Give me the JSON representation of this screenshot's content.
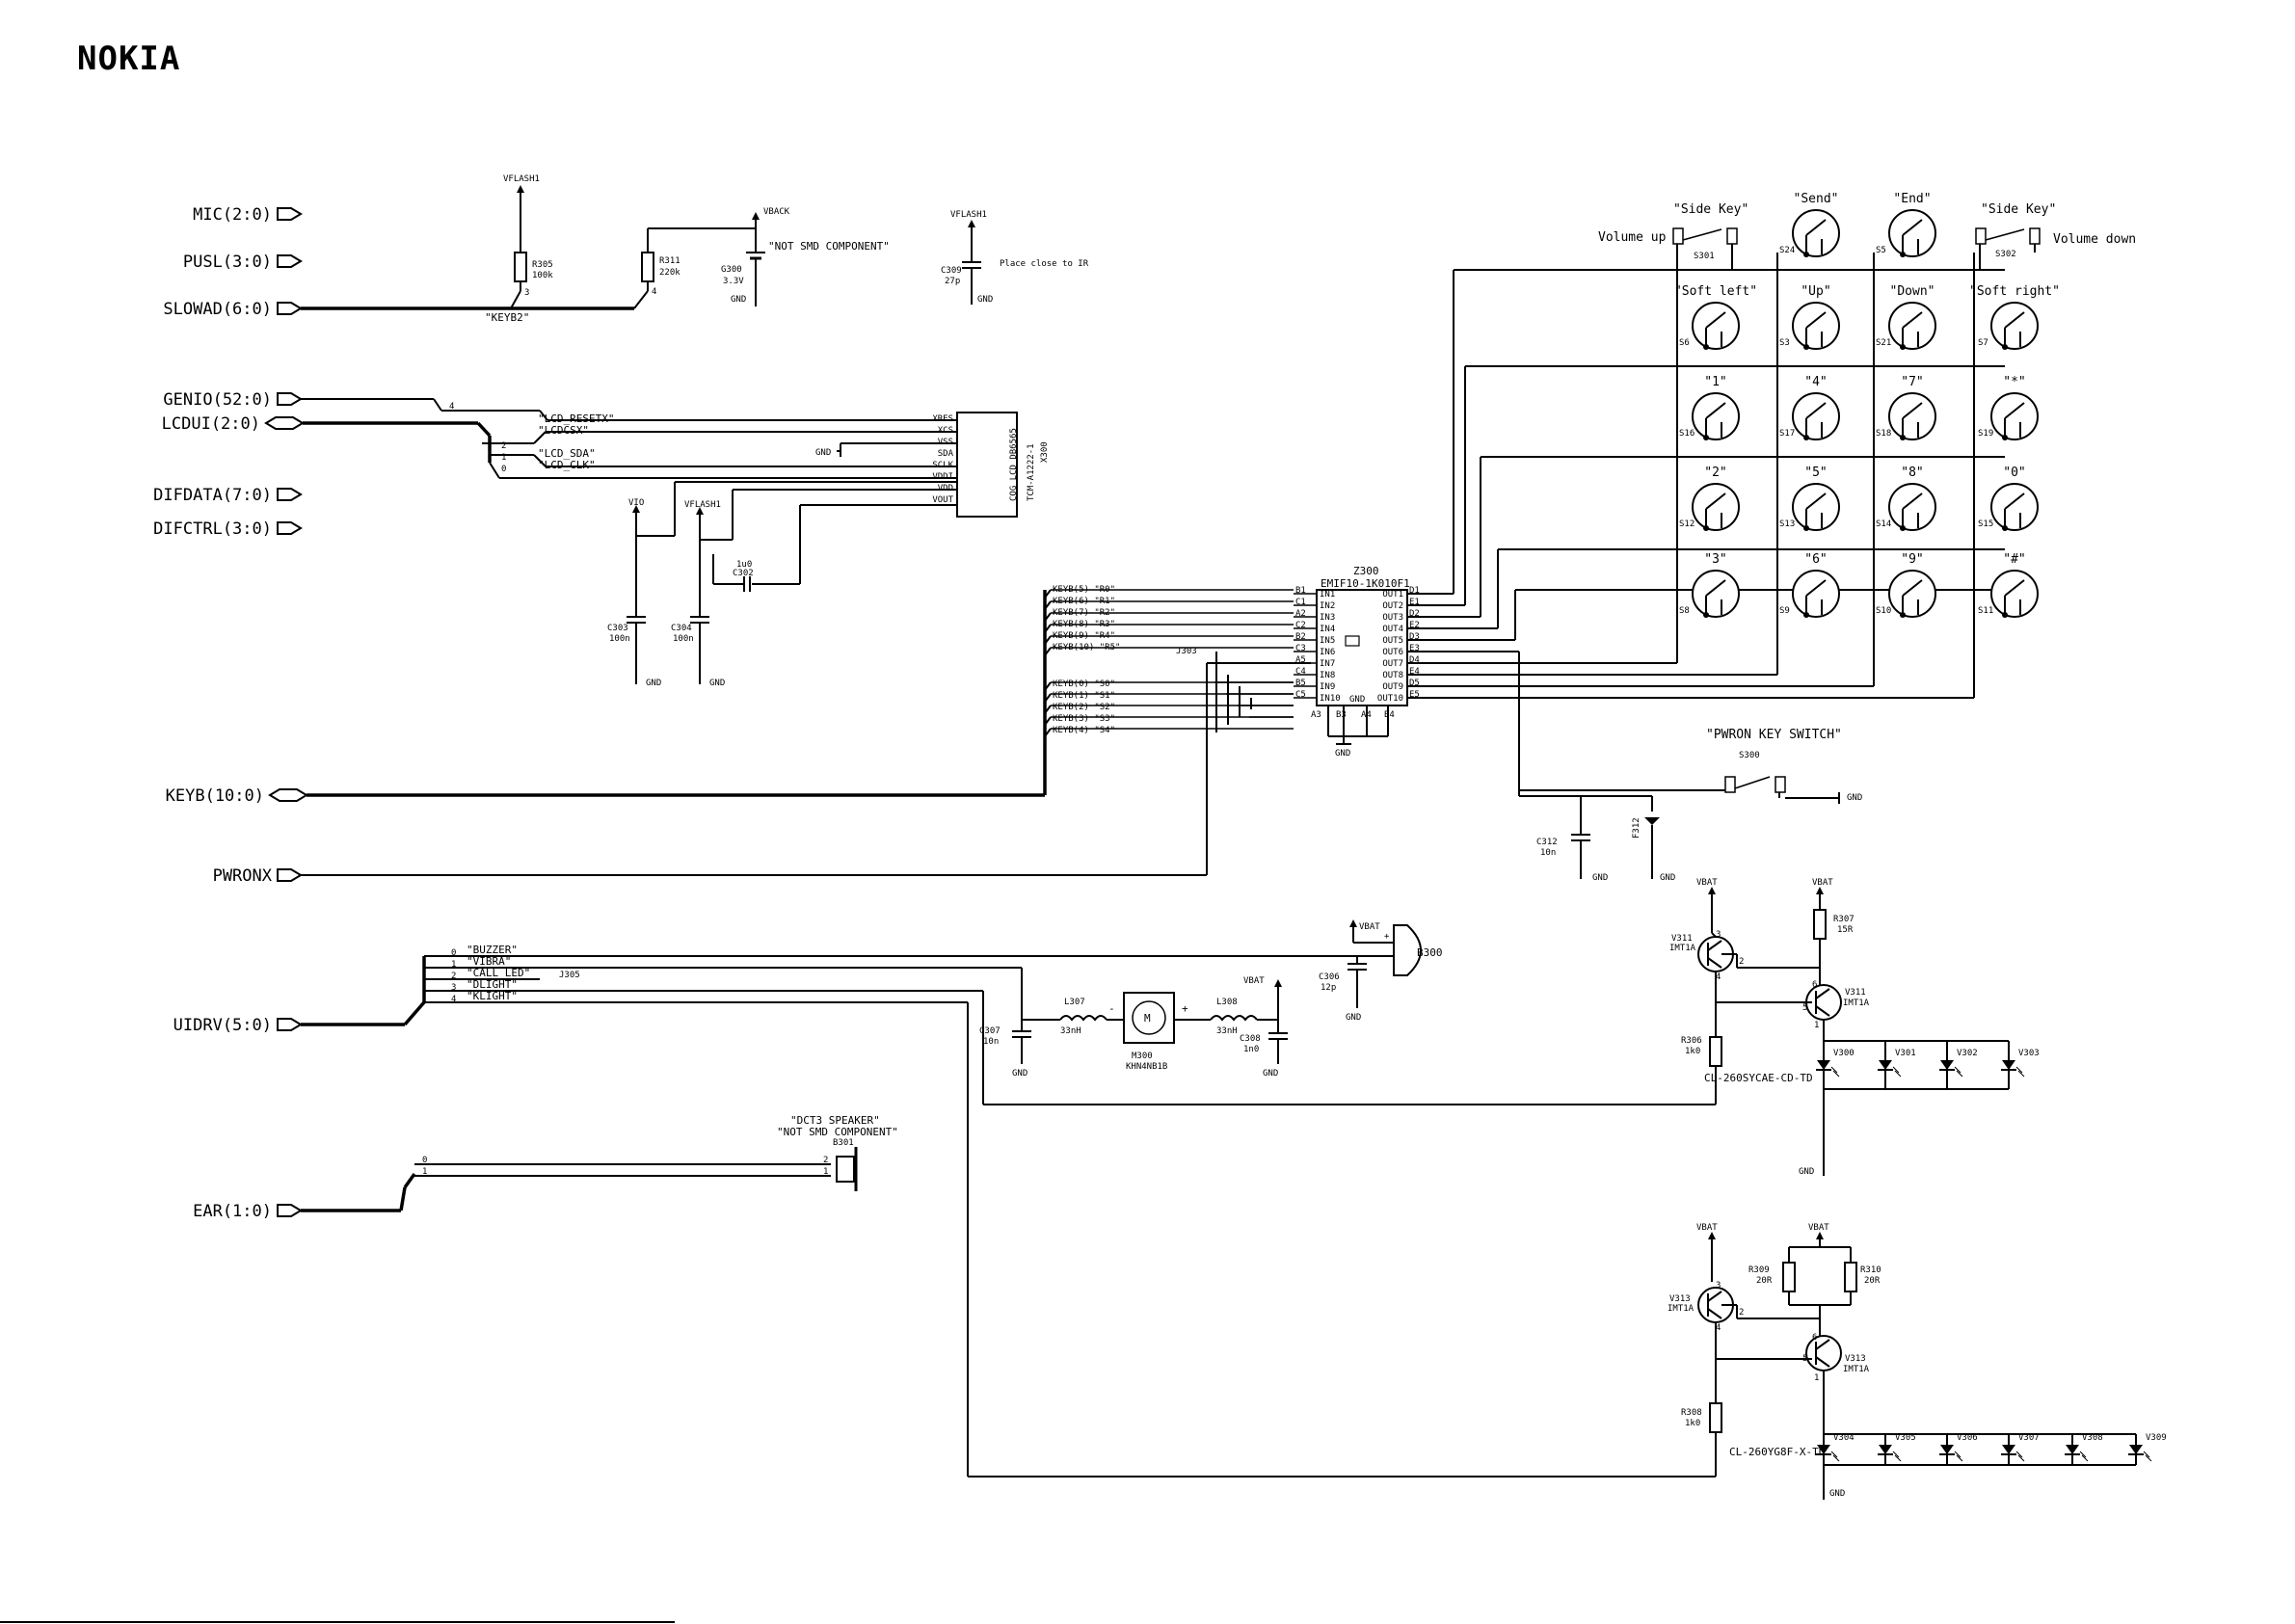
{
  "brand": {
    "logo_text": "NOKIA"
  },
  "ports": [
    {
      "id": "mic",
      "label": "MIC(2:0)"
    },
    {
      "id": "pusl",
      "label": "PUSL(3:0)"
    },
    {
      "id": "slowad",
      "label": "SLOWAD(6:0)"
    },
    {
      "id": "genio",
      "label": "GENIO(52:0)"
    },
    {
      "id": "lcdui",
      "label": "LCDUI(2:0)"
    },
    {
      "id": "difdata",
      "label": "DIFDATA(7:0)"
    },
    {
      "id": "difctrl",
      "label": "DIFCTRL(3:0)"
    },
    {
      "id": "keyb",
      "label": "KEYB(10:0)"
    },
    {
      "id": "pwronx",
      "label": "PWRONX"
    },
    {
      "id": "uidrv",
      "label": "UIDRV(5:0)"
    },
    {
      "id": "ear",
      "label": "EAR(1:0)"
    }
  ],
  "power_top": {
    "vflash_r305": "VFLASH1",
    "r305": "R305",
    "r305_val": "100k",
    "keyb2": "\"KEYB2\"",
    "pin3": "3",
    "r311": "R311",
    "r311_val": "220k",
    "pin4": "4",
    "vback": "VBACK",
    "g300": "G300",
    "g300_val": "3.3V",
    "gnd_g300": "GND",
    "not_smd": "\"NOT SMD COMPONENT\"",
    "vflash_c309": "VFLASH1",
    "c309": "C309",
    "c309_val": "27p",
    "gnd_c309": "GND",
    "place_close": "Place close to IR"
  },
  "lcd": {
    "genio_pin": "4",
    "resetx": "\"LCD_RESETX\"",
    "csx": "\"LCDCSX\"",
    "sda": "\"LCD_SDA\"",
    "clk": "\"LCD_CLK\"",
    "bus_2": "2",
    "bus_1": "1",
    "bus_0": "0",
    "gnd": "GND",
    "pins": [
      "XRES",
      "XCS",
      "VSS",
      "SDA",
      "SCLK",
      "VDDI",
      "VDD",
      "VOUT"
    ],
    "ref": "X300",
    "part": "COG_LCD_DB6565",
    "part2": "TCM-A1222-1",
    "vio": "VIO",
    "vflash": "VFLASH1",
    "c302": "C302",
    "c302_val": "1u0",
    "c303": "C303",
    "c303_val": "100n",
    "c304": "C304",
    "c304_val": "100n",
    "gnd1": "GND",
    "gnd2": "GND"
  },
  "keyb_nets": [
    "KEYB(5) \"R0\"",
    "KEYB(6) \"R1\"",
    "KEYB(7) \"R2\"",
    "KEYB(8) \"R3\"",
    "KEYB(9) \"R4\"",
    "KEYB(10) \"R5\"",
    "KEYB(0) \"S0\"",
    "KEYB(1) \"S1\"",
    "KEYB(2) \"S2\"",
    "KEYB(3) \"S3\"",
    "KEYB(4) \"S4\""
  ],
  "j303": "J303",
  "z300": {
    "ref": "Z300",
    "part": "EMIF10-1K010F1",
    "lpins": [
      "B1",
      "C1",
      "A2",
      "C2",
      "B2",
      "C3",
      "A5",
      "C4",
      "B5",
      "C5"
    ],
    "inputs": [
      "IN1",
      "IN2",
      "IN3",
      "IN4",
      "IN5",
      "IN6",
      "IN7",
      "IN8",
      "IN9",
      "IN10"
    ],
    "outputs": [
      "OUT1",
      "OUT2",
      "OUT3",
      "OUT4",
      "OUT5",
      "OUT6",
      "OUT7",
      "OUT8",
      "OUT9",
      "OUT10"
    ],
    "rpins": [
      "D1",
      "E1",
      "D2",
      "E2",
      "D3",
      "E3",
      "D4",
      "E4",
      "D5",
      "E5"
    ],
    "gnd": "GND",
    "a3": "A3",
    "b3": "B3",
    "a4": "A4",
    "b4": "B4",
    "gnd_below": "GND"
  },
  "keypad": {
    "side_key_left": "\"Side Key\"",
    "volume_up": "Volume up",
    "s301": "S301",
    "side_key_right": "\"Side Key\"",
    "volume_down": "Volume down",
    "s302": "S302",
    "keys": [
      {
        "label": "\"Send\"",
        "ref": "S24"
      },
      {
        "label": "\"End\"",
        "ref": "S5"
      },
      {
        "label": "\"Soft left\"",
        "ref": "S6"
      },
      {
        "label": "\"Up\"",
        "ref": "S3"
      },
      {
        "label": "\"Down\"",
        "ref": "S21"
      },
      {
        "label": "\"Soft right\"",
        "ref": "S7"
      },
      {
        "label": "\"1\"",
        "ref": "S16"
      },
      {
        "label": "\"4\"",
        "ref": "S17"
      },
      {
        "label": "\"7\"",
        "ref": "S18"
      },
      {
        "label": "\"*\"",
        "ref": "S19"
      },
      {
        "label": "\"2\"",
        "ref": "S12"
      },
      {
        "label": "\"5\"",
        "ref": "S13"
      },
      {
        "label": "\"8\"",
        "ref": "S14"
      },
      {
        "label": "\"0\"",
        "ref": "S15"
      },
      {
        "label": "\"3\"",
        "ref": "S8"
      },
      {
        "label": "\"6\"",
        "ref": "S9"
      },
      {
        "label": "\"9\"",
        "ref": "S10"
      },
      {
        "label": "\"#\"",
        "ref": "S11"
      }
    ]
  },
  "pwron": {
    "title": "\"PWRON KEY SWITCH\"",
    "s300": "S300",
    "gnd": "GND",
    "c312": "C312",
    "c312_val": "10n",
    "gnd2": "GND",
    "f312": "F312",
    "gnd3": "GND"
  },
  "uidrv": {
    "nets": [
      "\"BUZZER\"",
      "\"VIBRA\"",
      "\"CALL_LED\"",
      "\"DLIGHT\"",
      "\"KLIGHT\""
    ],
    "bits": [
      "0",
      "1",
      "2",
      "3",
      "4"
    ],
    "j305": "J305",
    "vbat_buzzer": "VBAT",
    "b300": "B300",
    "c306": "C306",
    "c306_val": "12p",
    "gnd_c306": "GND",
    "l307": "L307",
    "l307_val": "33nH",
    "m300": "M300",
    "m300_part": "KHN4NB1B",
    "motor": "M",
    "minus": "-",
    "plus": "+",
    "l308": "L308",
    "l308_val": "33nH",
    "vbat_l308": "VBAT",
    "c308": "C308",
    "c308_val": "1n0",
    "gnd_c308": "GND",
    "c307": "C307",
    "c307_val": "10n",
    "gnd_c307": "GND"
  },
  "display_light": {
    "vbat1": "VBAT",
    "vbat2": "VBAT",
    "v311a": "V311",
    "v311a_part": "IMT1A",
    "r307": "R307",
    "r307_val": "15R",
    "v311b": "V311",
    "v311b_part": "IMT1A",
    "r306": "R306",
    "r306_val": "1k0",
    "led_part": "CL-260SYCAE-CD-TD",
    "leds": [
      "V300",
      "V301",
      "V302",
      "V303"
    ],
    "gnd": "GND",
    "p3": "3",
    "p2": "2",
    "p4": "4",
    "p6": "6",
    "p5": "5",
    "p1": "1"
  },
  "key_light": {
    "vbat1": "VBAT",
    "vbat2": "VBAT",
    "v313a": "V313",
    "v313a_part": "IMT1A",
    "r309": "R309",
    "r309_val": "20R",
    "r310": "R310",
    "r310_val": "20R",
    "v313b": "V313",
    "v313b_part": "IMT1A",
    "r308": "R308",
    "r308_val": "1k0",
    "led_part": "CL-260YG8F-X-TD",
    "leds": [
      "V304",
      "V305",
      "V306",
      "V307",
      "V308",
      "V309"
    ],
    "gnd": "GND",
    "p3": "3",
    "p2": "2",
    "p4": "4",
    "p6": "6",
    "p5": "5",
    "p1": "1"
  },
  "speaker": {
    "name": "\"DCT3 SPEAKER\"",
    "not_smd": "\"NOT SMD COMPONENT\"",
    "ref": "B301",
    "p2": "2",
    "p1": "1",
    "b0": "0",
    "b1": "1"
  }
}
